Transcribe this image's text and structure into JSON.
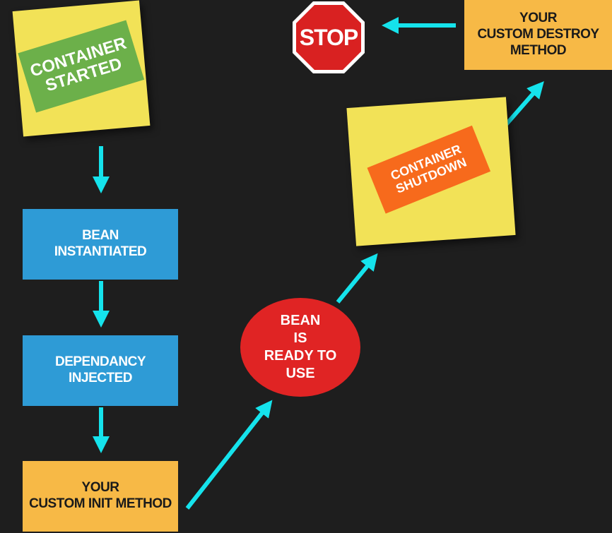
{
  "colors": {
    "background": "#1e1e1e",
    "arrow": "#15e3ec",
    "blue_box": "#2e9bd6",
    "orange_box": "#f7b946",
    "sticky_note": "#f2e257",
    "green_label": "#6cb04a",
    "orange_label": "#f76a1c",
    "red_circle": "#e02424",
    "stop_sign": "#d92121"
  },
  "nodes": {
    "container_started": "CONTAINER\nSTARTED",
    "bean_instantiated": "BEAN\nINSTANTIATED",
    "dependency_injected": "DEPENDANCY\nINJECTED",
    "custom_init": "YOUR\nCUSTOM INIT METHOD",
    "bean_ready": "BEAN\nIS\nREADY TO\nUSE",
    "container_shutdown": "CONTAINER\nSHUTDOWN",
    "custom_destroy": "YOUR\nCUSTOM DESTROY\nMETHOD",
    "stop": "STOP"
  }
}
